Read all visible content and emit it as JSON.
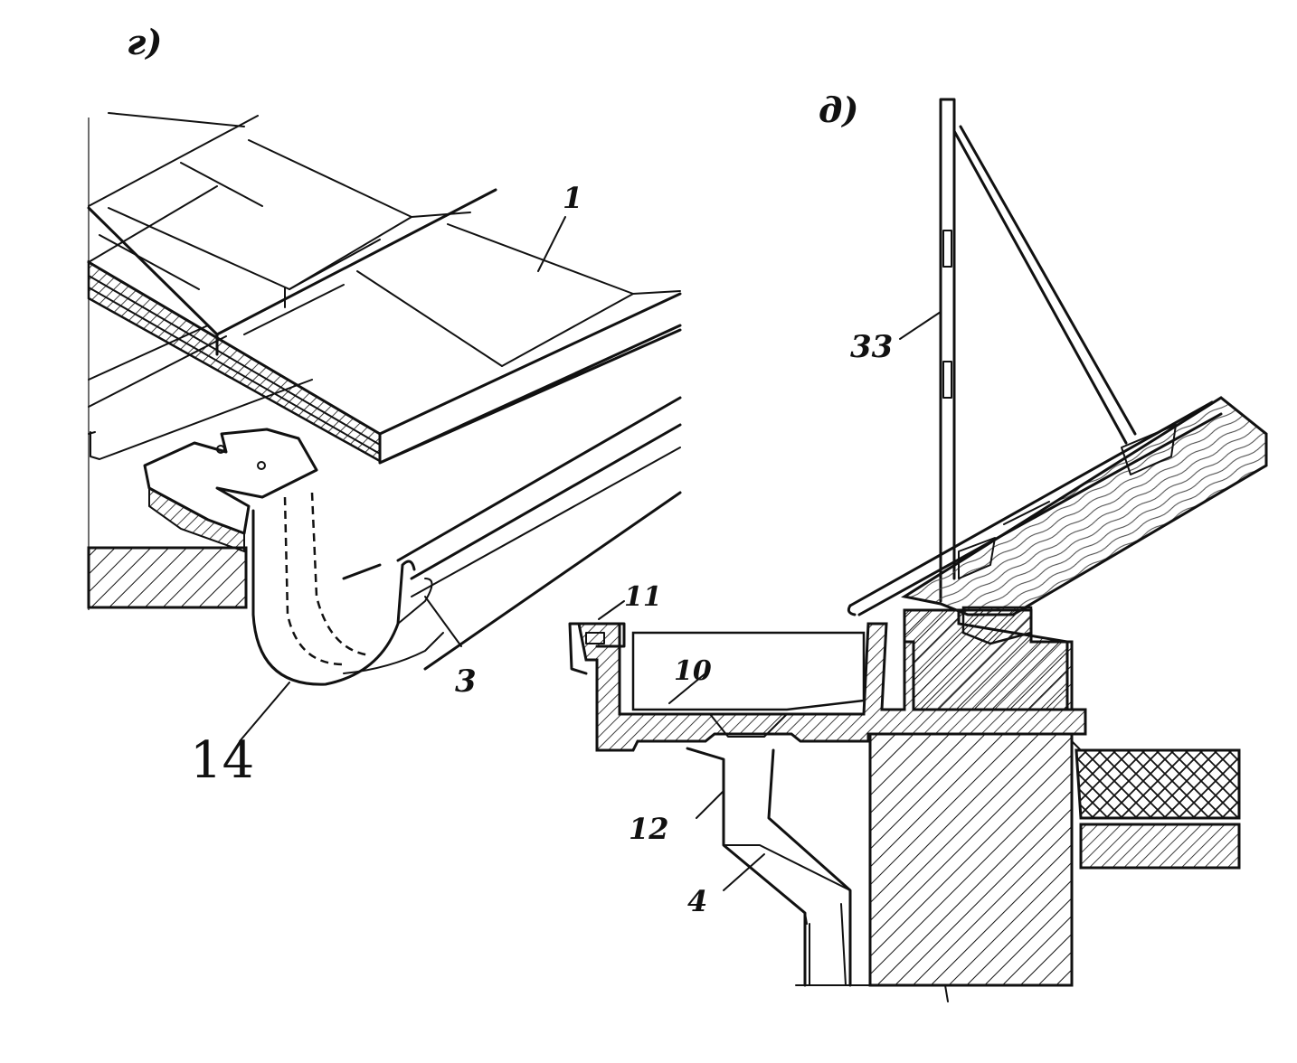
{
  "fig_a": {
    "caption": "г)",
    "labels": {
      "l1": "1",
      "l3": "3",
      "l14": "14"
    }
  },
  "fig_b": {
    "caption": "д)",
    "labels": {
      "l33": "33",
      "l11": "11",
      "l10": "10",
      "l12": "12",
      "l4": "4"
    }
  },
  "colors": {
    "ink": "#111111",
    "paper": "#ffffff"
  }
}
